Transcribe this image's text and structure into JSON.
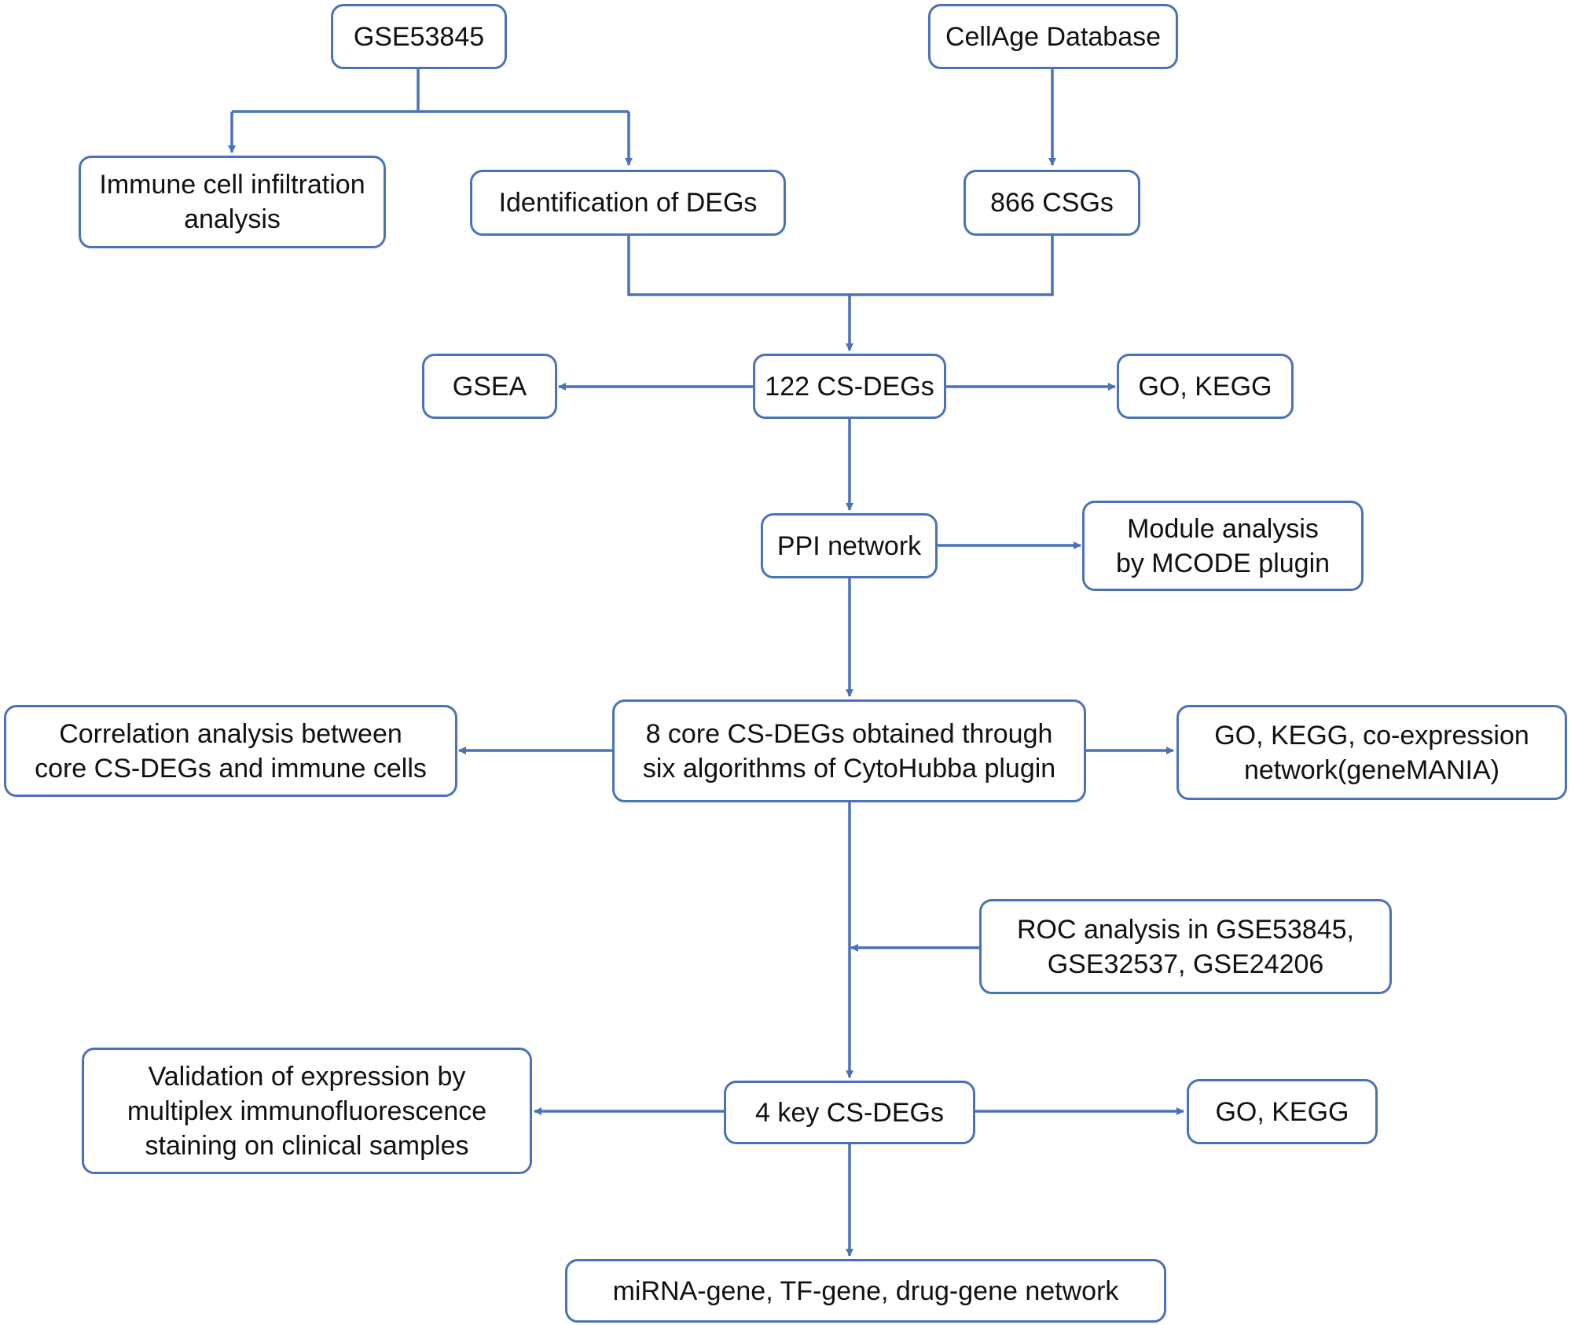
{
  "colors": {
    "line": "#4A72B8",
    "box_border": "#4A72B8",
    "text": "#111111",
    "background": "#ffffff"
  },
  "nodes": {
    "gse53845": {
      "lines": [
        "GSE53845"
      ]
    },
    "cellage": {
      "lines": [
        "CellAge Database"
      ]
    },
    "immune_infiltration": {
      "lines": [
        "Immune cell infiltration",
        "analysis"
      ]
    },
    "identification_degs": {
      "lines": [
        "Identification of DEGs"
      ]
    },
    "csgs_866": {
      "lines": [
        "866 CSGs"
      ]
    },
    "gsea": {
      "lines": [
        "GSEA"
      ]
    },
    "cs_degs_122": {
      "lines": [
        "122 CS-DEGs"
      ]
    },
    "go_kegg_1": {
      "lines": [
        "GO, KEGG"
      ]
    },
    "ppi_network": {
      "lines": [
        "PPI network"
      ]
    },
    "mcode": {
      "lines": [
        "Module analysis",
        "by MCODE plugin"
      ]
    },
    "correlation": {
      "lines": [
        "Correlation analysis between",
        "core CS-DEGs and immune cells"
      ]
    },
    "core_cs_degs_8": {
      "lines": [
        "8 core CS-DEGs obtained through",
        "six algorithms of CytoHubba plugin"
      ]
    },
    "go_kegg_coexp": {
      "lines": [
        "GO, KEGG, co-expression",
        "network(geneMANIA)"
      ]
    },
    "roc": {
      "lines": [
        "ROC analysis in GSE53845,",
        "GSE32537, GSE24206"
      ]
    },
    "validation": {
      "lines": [
        "Validation of expression by",
        "multiplex immunofluorescence",
        "staining on clinical samples"
      ]
    },
    "key_cs_degs_4": {
      "lines": [
        "4 key CS-DEGs"
      ]
    },
    "go_kegg_2": {
      "lines": [
        "GO, KEGG"
      ]
    },
    "network_final": {
      "lines": [
        "miRNA-gene, TF-gene, drug-gene network"
      ]
    }
  }
}
